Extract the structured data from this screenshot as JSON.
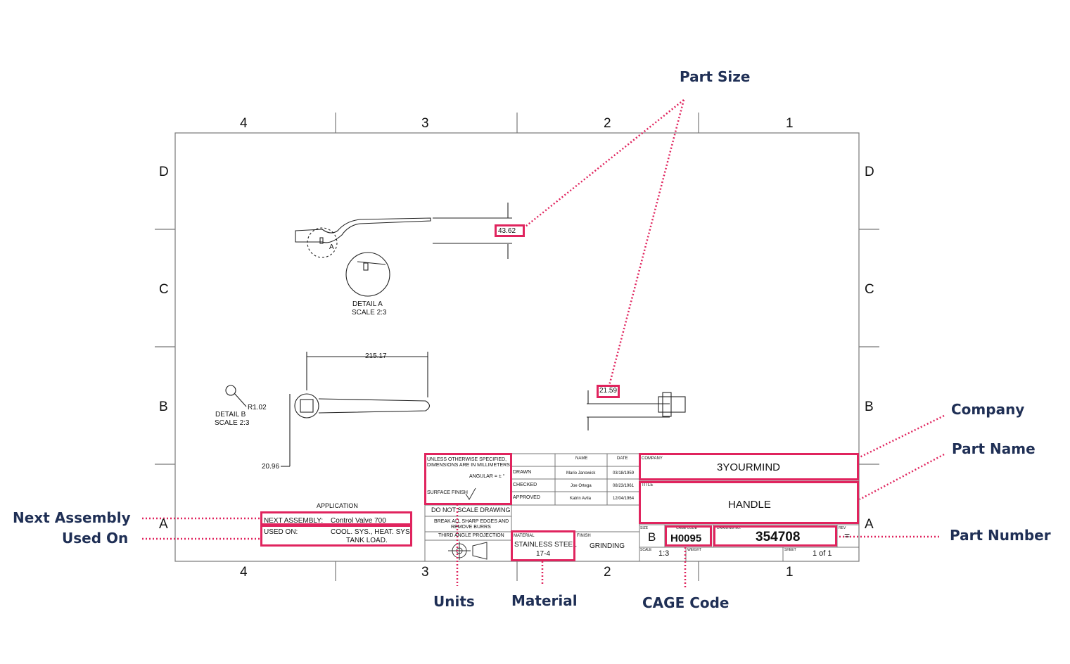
{
  "callouts": {
    "part_size": "Part Size",
    "company": "Company",
    "part_name": "Part Name",
    "part_number": "Part Number",
    "next_assembly": "Next Assembly",
    "used_on": "Used On",
    "units": "Units",
    "material": "Material",
    "cage_code": "CAGE Code"
  },
  "zones": {
    "columns": [
      "4",
      "3",
      "2",
      "1"
    ],
    "rows": [
      "D",
      "C",
      "B",
      "A"
    ]
  },
  "views": {
    "dim_height": "43.62",
    "dim_width": "215.17",
    "dim_thickness": "21.59",
    "dim_diameter": "20.96",
    "radius": "R1.02",
    "detail_a_title": "DETAIL A",
    "detail_a_scale": "SCALE 2:3",
    "detail_b_title": "DETAIL B",
    "detail_b_scale": "SCALE 2:3",
    "detail_a_letter": "A"
  },
  "application": {
    "title": "APPLICATION",
    "next_assembly_label": "NEXT ASSEMBLY:",
    "next_assembly_value": "Control Valve 700",
    "used_on_label": "USED ON:",
    "used_on_value_1": "COOL. SYS., HEAT. SYS,",
    "used_on_value_2": "TANK LOAD."
  },
  "title_block": {
    "units_note_1": "UNLESS OTHERWISE SPECIFIED,",
    "units_note_2": "DIMENSIONS ARE IN MILLIMETERS",
    "angular": "ANGULAR = ± °",
    "surface_finish": "SURFACE FINISH",
    "do_not_scale": "DO NOT SCALE DRAWING",
    "break_edges_1": "BREAK ALL SHARP EDGES AND",
    "break_edges_2": "REMOVE BURRS",
    "projection": "THIRD ANGLE PROJECTION",
    "name_header": "NAME",
    "date_header": "DATE",
    "approvals": [
      {
        "role": "DRAWN",
        "name": "Mario Janowick",
        "date": "03/18/1959"
      },
      {
        "role": "CHECKED",
        "name": "Joe Ortega",
        "date": "08/23/1961"
      },
      {
        "role": "APPROVED",
        "name": "Katrin Avila",
        "date": "12/04/1964"
      }
    ],
    "material_label": "MATERIAL",
    "material_value_1": "STAINLESS STEEL",
    "material_value_2": "17-4",
    "finish_label": "FINISH",
    "finish_value": "GRINDING",
    "company_label": "COMPANY",
    "company_value": "3YOURMIND",
    "title_label": "TITLE",
    "title_value": "HANDLE",
    "size_label": "SIZE",
    "size_value": "B",
    "cage_label": "CAGE CODE",
    "cage_value": "H0095",
    "drawing_no_label": "DRAWING NO.",
    "drawing_no_value": "354708",
    "rev_label": "REV",
    "rev_value": "=",
    "scale_label": "SCALE",
    "scale_value": "1:3",
    "weight_label": "WEIGHT",
    "sheet_label": "SHEET",
    "sheet_value": "1 of 1"
  },
  "colors": {
    "highlight": "#e0245e",
    "callout_text": "#1f2f55",
    "lines": "#555555"
  }
}
